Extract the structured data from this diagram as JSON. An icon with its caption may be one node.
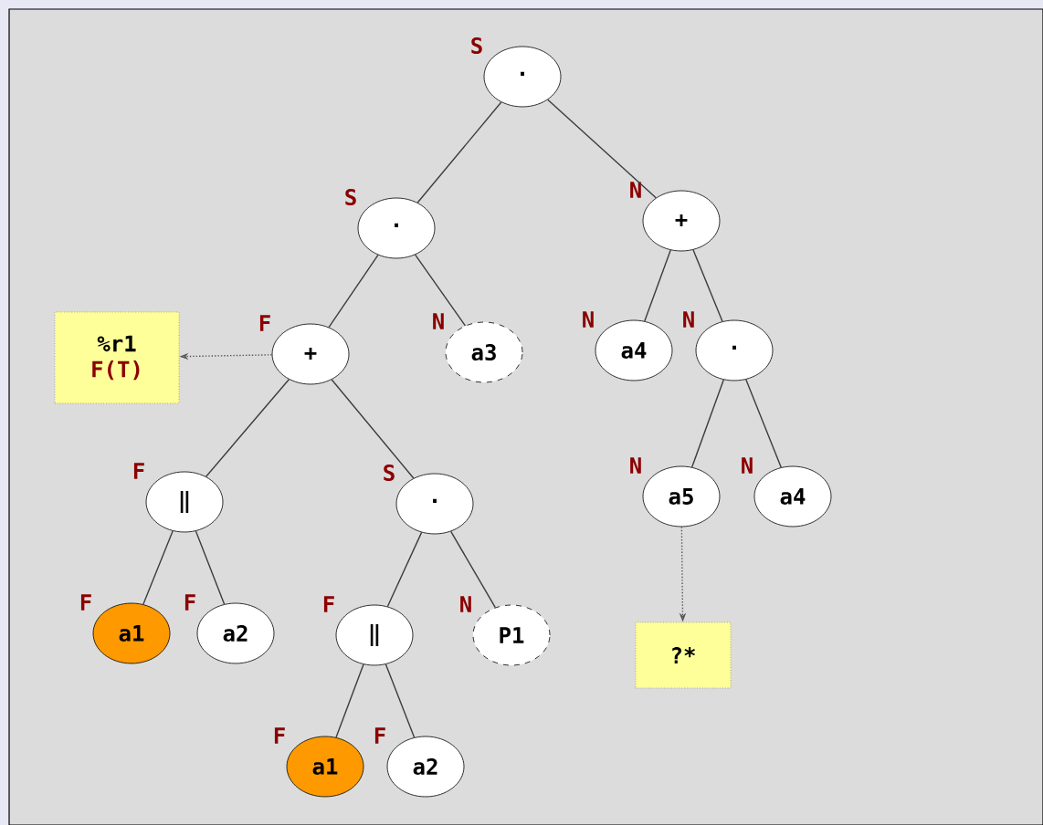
{
  "diagram": {
    "nodes": [
      {
        "text": [
          "·"
        ],
        "beside": [
          "S"
        ]
      },
      {
        "text": [
          "·"
        ],
        "beside": [
          "S"
        ]
      },
      {
        "text": [
          "+"
        ],
        "beside": [
          "N"
        ]
      },
      {
        "text": [
          "%r1",
          "F(T)"
        ]
      },
      {
        "text": [
          "+"
        ],
        "beside": [
          "F"
        ]
      },
      {
        "text": [
          "a3"
        ],
        "beside": [
          "N"
        ]
      },
      {
        "text": [
          "a4"
        ],
        "beside": [
          "N"
        ]
      },
      {
        "text": [
          "·"
        ],
        "beside": [
          "N"
        ]
      },
      {
        "text": [
          "‖"
        ],
        "beside": [
          "F"
        ]
      },
      {
        "text": [
          "·"
        ],
        "beside": [
          "S"
        ]
      },
      {
        "text": [
          "a5"
        ],
        "beside": [
          "N"
        ]
      },
      {
        "text": [
          "a4"
        ],
        "beside": [
          "N"
        ]
      },
      {
        "text": [
          "a1"
        ],
        "beside": [
          "F"
        ]
      },
      {
        "text": [
          "a2"
        ],
        "beside": [
          "F"
        ]
      },
      {
        "text": [
          "‖"
        ],
        "beside": [
          "F"
        ]
      },
      {
        "text": [
          "P1"
        ],
        "beside": [
          "N"
        ]
      },
      {
        "text": [
          "?*"
        ]
      },
      {
        "text": [
          "a1"
        ],
        "beside": [
          "F"
        ]
      },
      {
        "text": [
          "a2"
        ],
        "beside": [
          "F"
        ]
      }
    ],
    "edges": [
      {
        "from": 0,
        "to": 1,
        "arrow": "none"
      },
      {
        "from": 0,
        "to": 2,
        "arrow": "none"
      },
      {
        "from": 1,
        "to": 4,
        "arrow": "none"
      },
      {
        "from": 1,
        "to": 5,
        "arrow": "none"
      },
      {
        "from": 4,
        "to": 3,
        "arrow": "to",
        "style": "dashed",
        "color": "#555555"
      },
      {
        "from": 2,
        "to": 6,
        "arrow": "none"
      },
      {
        "from": 2,
        "to": 7,
        "arrow": "none"
      },
      {
        "from": 4,
        "to": 8,
        "arrow": "none"
      },
      {
        "from": 4,
        "to": 9,
        "arrow": "none"
      },
      {
        "from": 7,
        "to": 10,
        "arrow": "none"
      },
      {
        "from": 7,
        "to": 11,
        "arrow": "none"
      },
      {
        "from": 8,
        "to": 12,
        "arrow": "none"
      },
      {
        "from": 8,
        "to": 13,
        "arrow": "none"
      },
      {
        "from": 9,
        "to": 14,
        "arrow": "none"
      },
      {
        "from": 9,
        "to": 15,
        "arrow": "none"
      },
      {
        "from": 10,
        "to": 16,
        "arrow": "to",
        "style": "dashed",
        "color": "#555555"
      },
      {
        "from": 14,
        "to": 17,
        "arrow": "none"
      },
      {
        "from": 14,
        "to": 18,
        "arrow": "none"
      }
    ]
  }
}
